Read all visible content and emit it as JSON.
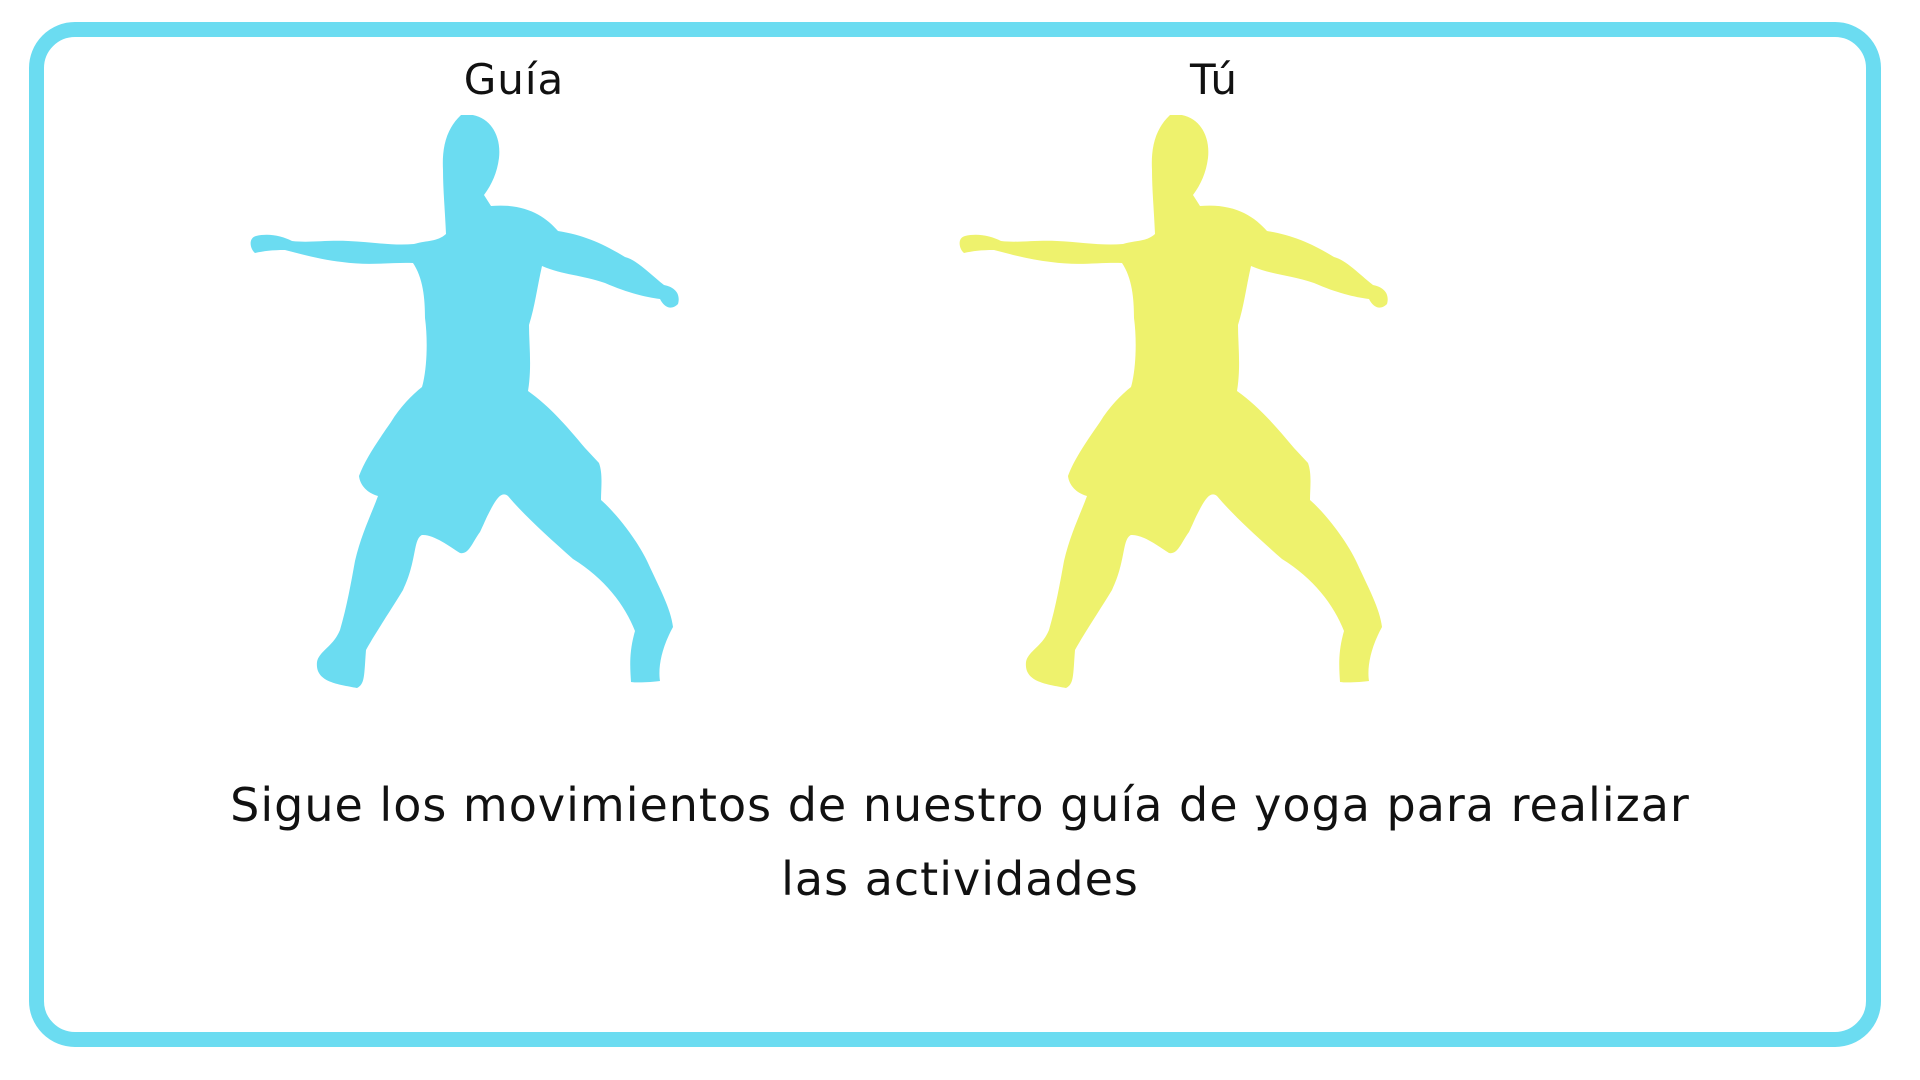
{
  "labels": {
    "guide": "Guía",
    "you": "Tú"
  },
  "instruction": {
    "line1": "Sigue los movimientos de nuestro guía de yoga para realizar",
    "line2": "las actividades"
  },
  "colors": {
    "border": "#6bdcf1",
    "guide_figure": "#6bdcf1",
    "you_figure": "#eef26d"
  },
  "icons": {
    "guide": "yoga-silhouette-icon",
    "you": "yoga-silhouette-icon"
  }
}
